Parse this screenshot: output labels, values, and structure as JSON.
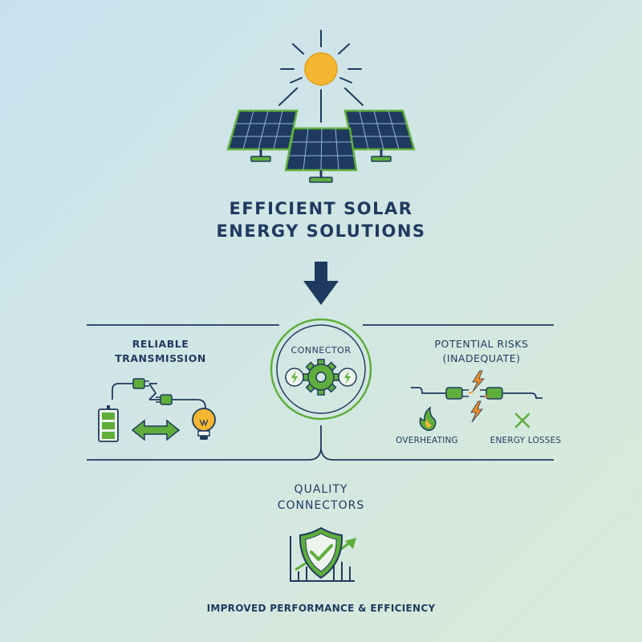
{
  "header": {
    "title_line1": "EFFICIENT SOLAR",
    "title_line2": "ENERGY SOLUTIONS"
  },
  "connector_hub": {
    "label": "CONNECTOR"
  },
  "left_panel": {
    "title_line1": "RELIABLE",
    "title_line2": "TRANSMISSION"
  },
  "right_panel": {
    "title_line1": "POTENTIAL RISKS",
    "title_line2": "(INADEQUATE)",
    "risk_1": "OVERHEATING",
    "risk_2": "ENERGY LOSSES"
  },
  "bottom": {
    "title_line1": "QUALITY",
    "title_line2": "CONNECTORS",
    "caption": "IMPROVED PERFORMANCE & EFFICIENCY"
  },
  "colors": {
    "navy": "#1f3a5f",
    "green": "#5fae3c",
    "sun": "#f5b731",
    "orange": "#f08a24",
    "background": "#d1e6e4"
  },
  "icons": [
    "sun-icon",
    "solar-panel-icon",
    "down-arrow-icon",
    "gear-icon",
    "cable-icon",
    "battery-icon",
    "double-arrow-icon",
    "light-bulb-icon",
    "plug-icon",
    "lightning-icon",
    "flame-icon",
    "x-mark-icon",
    "shield-check-icon",
    "growth-chart-icon"
  ]
}
